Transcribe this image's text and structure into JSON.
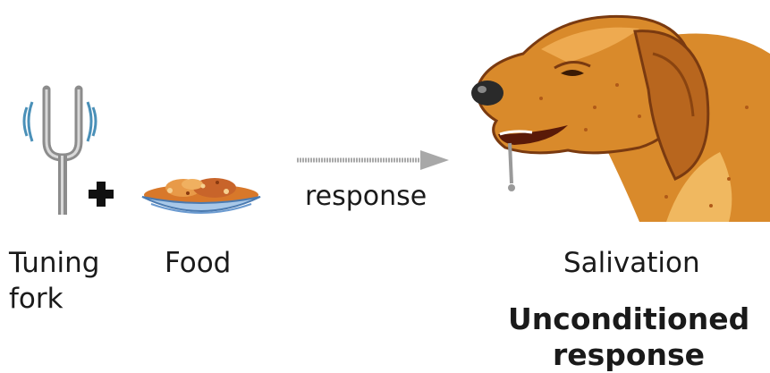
{
  "labels": {
    "tuning_fork": "Tuning fork",
    "food": "Food",
    "arrow": "response",
    "salivation": "Salivation",
    "unconditioned_response": "Unconditioned response"
  },
  "colors": {
    "fork_grey": "#9a9a9a",
    "vibration_blue": "#4a90b8",
    "food_orange": "#d8782a",
    "bowl_blue": "#a8c8e8",
    "arrow_grey": "#a8a8a8",
    "dog_orange": "#d98a2b",
    "dog_dark": "#7a3a10"
  },
  "icons": [
    "tuning-fork-icon",
    "plus-icon",
    "food-bowl-icon",
    "arrow-icon",
    "dog-icon"
  ]
}
